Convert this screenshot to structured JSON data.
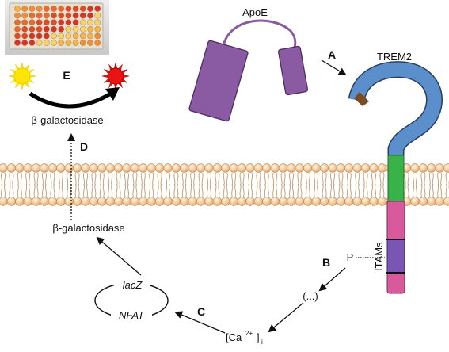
{
  "labels": {
    "apoe": "ApoE",
    "trem2": "TREM2",
    "itams": "ITAMs",
    "phospho": "P",
    "intermediate": "(...)",
    "calcium_base": "[Ca",
    "calcium_sup": "2+",
    "calcium_close": "]",
    "calcium_sub": "i",
    "nfat": "NFAT",
    "lacz": "lacZ",
    "bgal_lower": "β-galactosidase",
    "bgal_upper": "β-galactosidase"
  },
  "steps": {
    "a": "A",
    "b": "B",
    "c": "C",
    "d": "D",
    "e": "E"
  },
  "colors": {
    "apoe": "#8a5aa3",
    "trem2_ecd": "#5b8fcc",
    "trem2_tip": "#7a4a22",
    "transmembrane": "#39b24a",
    "cytoplasmic_pink": "#d85a9c",
    "cytoplasmic_purple": "#7b55b3",
    "lipid_head": "#f4c99a",
    "sun_yellow": "#ffe600",
    "sun_red": "#e81414"
  }
}
